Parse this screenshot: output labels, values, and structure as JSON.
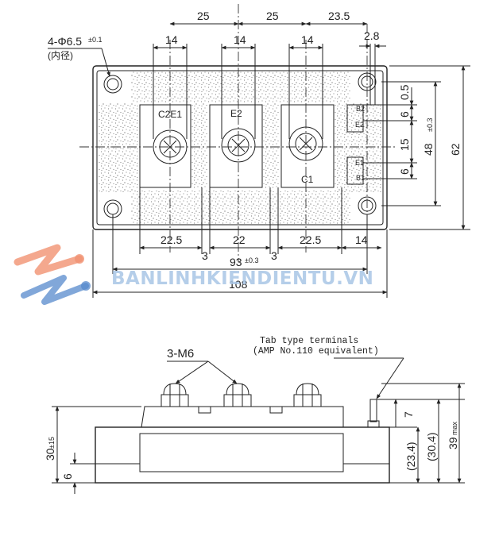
{
  "top_view": {
    "dims_top": [
      "25",
      "25",
      "23.5"
    ],
    "dims_14": [
      "14",
      "14",
      "14",
      "14"
    ],
    "dim_28": "2.8",
    "hole_label": "4-Φ6.5",
    "hole_tol": "±0.1",
    "hole_note": "(内径)",
    "terminals": [
      "C2E1",
      "E2",
      "C1"
    ],
    "aux_labels": [
      "B2",
      "E2",
      "E1",
      "B1"
    ],
    "right_dims": [
      "0.5",
      "6",
      "15",
      "6"
    ],
    "dim_48": "48",
    "dim_48_tol": "±0.3",
    "dim_62": "62",
    "bottom_dims": [
      "22.5",
      "22",
      "22.5"
    ],
    "dim_3": [
      "3",
      "3"
    ],
    "dim_93": "93",
    "dim_93_tol": "±0.3",
    "dim_108": "108"
  },
  "side_view": {
    "tab_note_line1": "Tab type terminals",
    "tab_note_line2": "(AMP No.110 equivalent)",
    "screw_label": "3-M6",
    "dim_30": "30",
    "dim_30_tol": "±15",
    "dim_6": "6",
    "dim_7": "7",
    "dim_234": "(23.4)",
    "dim_304": "(30.4)",
    "dim_39": "39",
    "dim_39_sup": "max"
  },
  "watermark": "BANLINHKIENDIENTU.VN",
  "colors": {
    "line": "#222222",
    "stipple": "#555555",
    "watermark": "#a9c6e6",
    "logo_orange": "#ef7f5a",
    "logo_blue": "#3a76c4"
  }
}
